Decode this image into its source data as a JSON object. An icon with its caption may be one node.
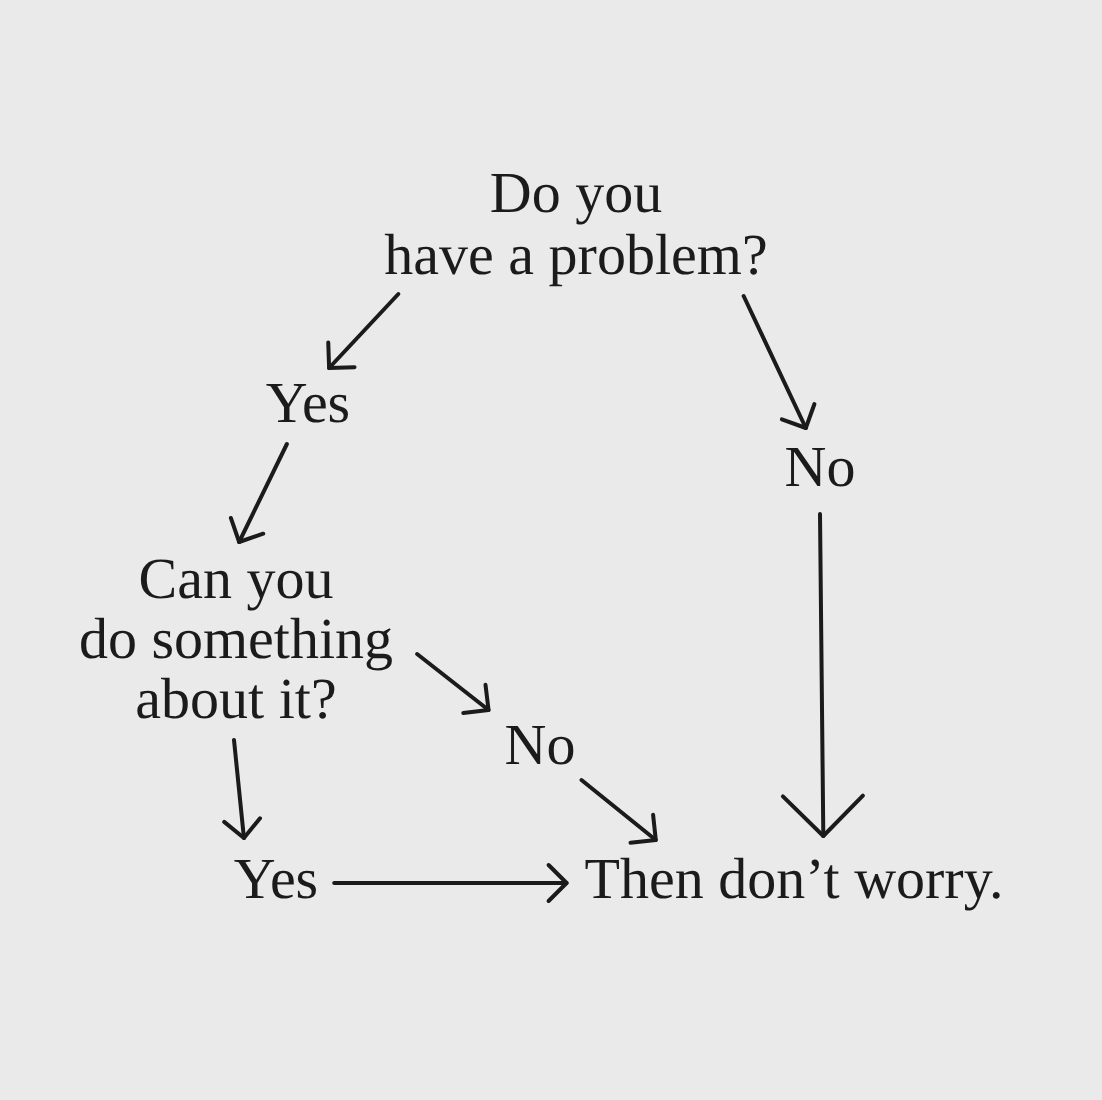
{
  "diagram": {
    "nodes": [
      {
        "text": [
          "Do you have a problem?"
        ]
      },
      {
        "text": [
          "Yes"
        ]
      },
      {
        "text": [
          "No"
        ]
      },
      {
        "text": [
          "Can you do something about it?"
        ]
      },
      {
        "text": [
          "No"
        ]
      },
      {
        "text": [
          "Yes"
        ]
      },
      {
        "text": [
          "Then don’t worry."
        ]
      }
    ],
    "edges": [
      {
        "from": 0,
        "to": 1,
        "arrow": "to"
      },
      {
        "from": 1,
        "to": 3,
        "arrow": "to"
      },
      {
        "from": 0,
        "to": 2,
        "arrow": "to"
      },
      {
        "from": 2,
        "to": 6,
        "arrow": "to"
      },
      {
        "from": 3,
        "to": 4,
        "arrow": "to"
      },
      {
        "from": 4,
        "to": 6,
        "arrow": "to"
      },
      {
        "from": 3,
        "to": 5,
        "arrow": "to"
      },
      {
        "from": 5,
        "to": 6,
        "arrow": "to"
      }
    ]
  }
}
